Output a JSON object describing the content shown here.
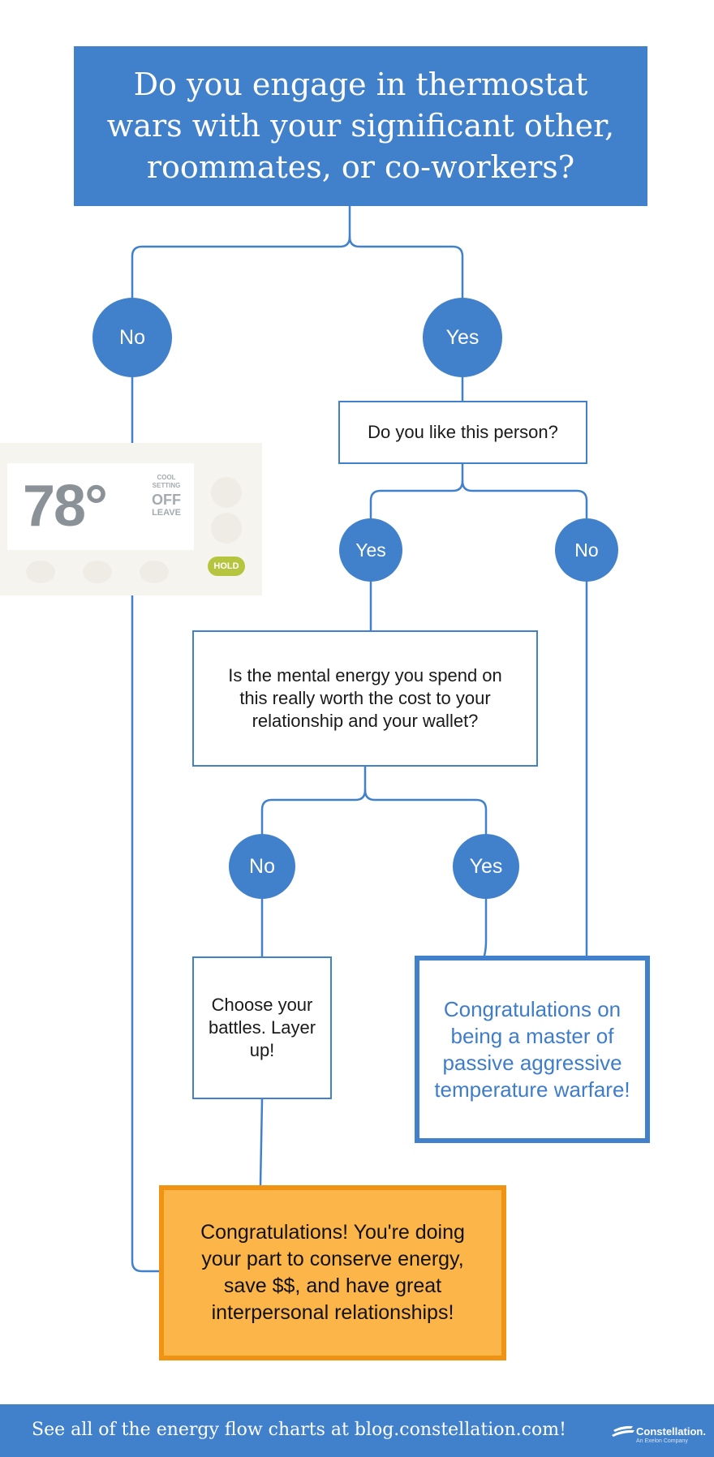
{
  "title": "Do you engage in thermostat wars with your significant other, roommates, or co-workers?",
  "answers": {
    "first_no": "No",
    "first_yes": "Yes",
    "like_yes": "Yes",
    "like_no": "No",
    "worth_no": "No",
    "worth_yes": "Yes"
  },
  "questions": {
    "like_person": "Do you like this person?",
    "mental_energy": "Is the mental energy you spend on this really worth the cost to your relationship and your wallet?",
    "choose_battles": "Choose your battles. Layer up!"
  },
  "results": {
    "master": "Congratulations on being a master of passive aggressive temperature warfare!",
    "conserve": "Congratulations! You're doing your part to conserve energy, save $$, and have great interpersonal relationships!"
  },
  "thermostat": {
    "temperature": "78°",
    "cool": "COOL",
    "setting": "SETTING",
    "off": "OFF",
    "leave": "LEAVE",
    "hold": "HOLD"
  },
  "footer": {
    "text": "See all of the energy flow charts at blog.constellation.com!",
    "brand": "Constellation.",
    "brand_sub": "An Exelon Company"
  },
  "colors": {
    "blue": "#4180cb",
    "orange_fill": "#fbb549",
    "orange_border": "#f09212",
    "hold_green": "#b6c53f"
  }
}
